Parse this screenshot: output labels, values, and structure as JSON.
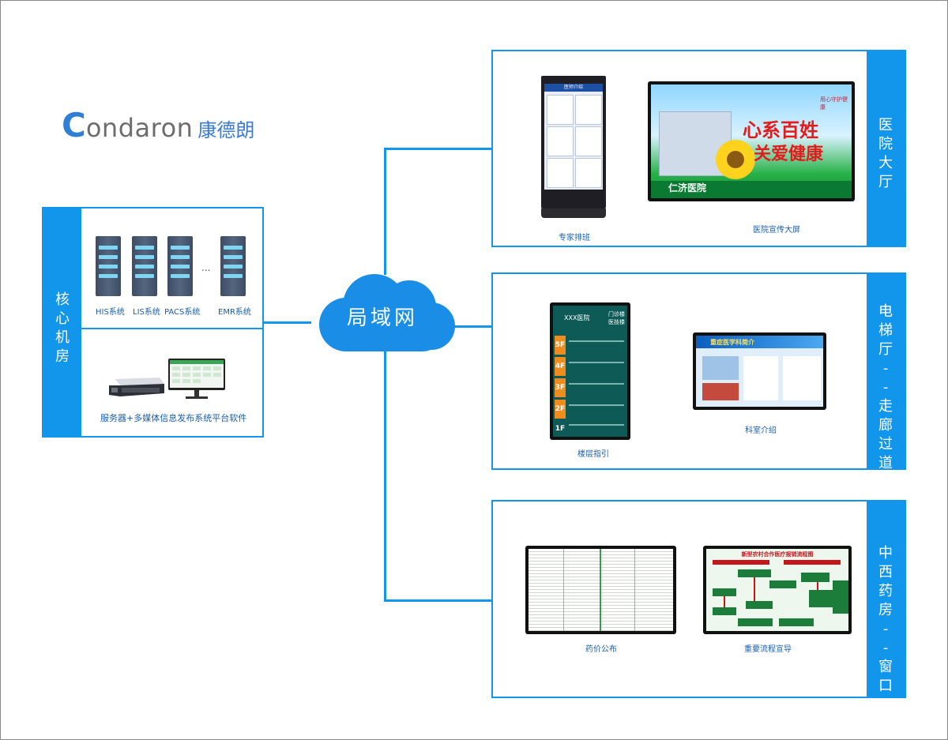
{
  "logo": {
    "initial": "C",
    "rest": "ondaron",
    "cn": "康德朗"
  },
  "core": {
    "label": "核心机房",
    "servers": [
      "HIS系统",
      "LIS系统",
      "PACS系统",
      "EMR系统"
    ],
    "ellipsis": "...",
    "platform_caption": "服务器+多媒体信息发布系统平台软件"
  },
  "network": {
    "label": "局域网"
  },
  "panels": [
    {
      "label": "医院大厅",
      "items": [
        "专家排班",
        "医院宣传大屏"
      ],
      "kiosk_header": "医师介绍",
      "banner_text": [
        "心系百姓",
        "关爱健康"
      ],
      "banner_brand": "仁济医院",
      "banner_stamp": "用心守护健康"
    },
    {
      "label": "电梯厅--走廊过道",
      "items": [
        "楼层指引",
        "科室介绍"
      ],
      "directory": {
        "hospital": "XXX医院",
        "building": "门诊楼",
        "building2": "医技楼",
        "floors": [
          "5F",
          "4F",
          "3F",
          "2F",
          "1F"
        ]
      },
      "dept_title": "重症医学科简介"
    },
    {
      "label": "中西药房--窗口",
      "items": [
        "药价公布",
        "重要流程宣导"
      ],
      "flow_title": "新型农村合作医疗报销流程图"
    }
  ]
}
